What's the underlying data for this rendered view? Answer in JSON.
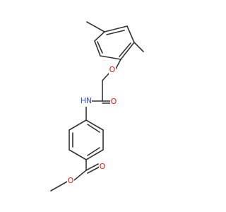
{
  "molecule": {
    "atom_labels": {
      "ether_o": "O",
      "amide_n": "N",
      "amide_h": "H",
      "carbonyl_o_amide": "O",
      "carbonyl_o_ester": "O",
      "ester_o": "O"
    },
    "colors": {
      "bond": "#333333",
      "oxygen": "#e8130e",
      "nitrogen": "#3050f8",
      "background": "#ffffff"
    }
  }
}
